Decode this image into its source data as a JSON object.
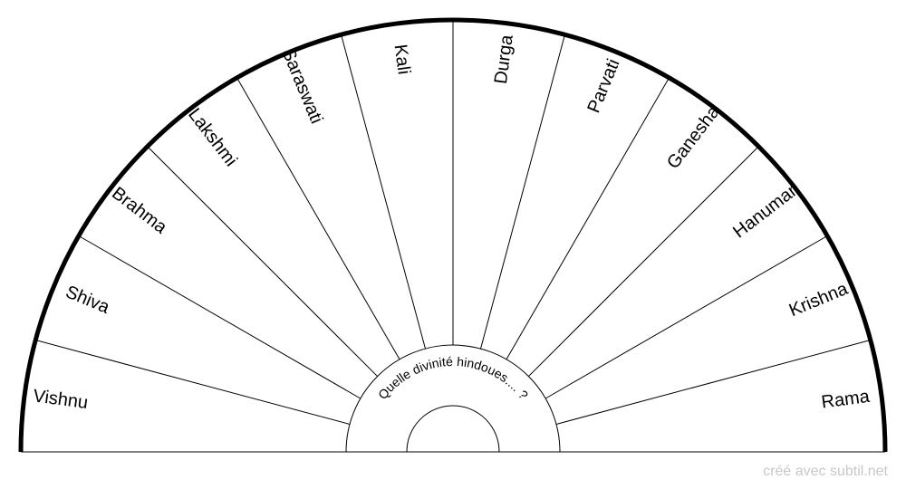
{
  "chart_data": {
    "type": "pendulum-chart",
    "question": "Quelle divinité hindoues.... ?",
    "sectors": [
      "Vishnu",
      "Shiva",
      "Brahma",
      "Lakshmi",
      "Saraswati",
      "Kali",
      "Durga",
      "Parvati",
      "Ganesha",
      "Hanuman",
      "Krishna",
      "Rama"
    ]
  },
  "footer": {
    "credit": "créé avec subtil.net"
  }
}
